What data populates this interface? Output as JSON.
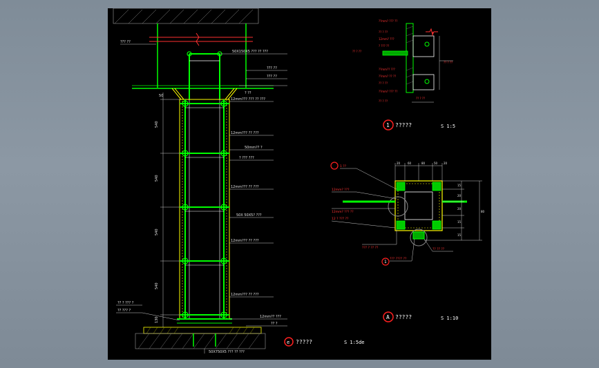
{
  "drawing": {
    "left_notes": {
      "top_label": "??? ??",
      "spec_top": "50X150X5 ??? ?? ???",
      "note_a": "??? ??",
      "note_b": "??? ??",
      "note_c": "? ??",
      "glass_1": "12mm??? ??? ?? ???",
      "glass_2": "12mm??? ?? ???",
      "steel": "50mm?? ?",
      "note_d": "? ??? ???",
      "glass_3": "12mm??? ?? ???",
      "spec_mid": "50X 50X5? ???",
      "glass_4": "12mm??? ?? ???",
      "glass_5": "12mm??? ?? ???",
      "base_note": "12mm?? ???",
      "base_note2": "?? ?",
      "left_note_1": "?? ? ??? ?",
      "left_note_2": "?? ??? ?",
      "bottom_spec": "50X750X5 ??? ?? ???",
      "dims": [
        "50",
        "540",
        "540",
        "540",
        "540",
        "130"
      ]
    },
    "detail_1": {
      "number": "1",
      "title": "?????",
      "scale": "S 1:5",
      "notes": [
        "??mm? ??? ??",
        "?? ? ??",
        "12mm? ???",
        "? ??? ??",
        "?? ? ??",
        "??mm?? ???",
        "??mm? ?? ??",
        "?? ? ??",
        "??mm? ??? ??",
        "?? ? ??",
        "?? ? ??",
        "?? ? ??"
      ]
    },
    "detail_a": {
      "letter": "A",
      "title": "?????",
      "scale": "S 1:10",
      "top_dims": [
        "20",
        "60",
        "80",
        "50",
        "20"
      ],
      "side_dims": [
        "15",
        "20",
        "20",
        "15",
        "15",
        "80"
      ],
      "notes": [
        "1 ??",
        "12mm? ???",
        "12mm? ??? ??",
        "12 ? ??? ??",
        "??? ? ?? ??",
        "??? ???? ??",
        "?? ?? ??"
      ],
      "bottom_marker": "1"
    },
    "detail_e": {
      "letter": "e",
      "title": "?????",
      "scale": "S 1:5de"
    }
  },
  "colors": {
    "background": "#000000",
    "green": "#00ff00",
    "yellow": "#ffff00",
    "red": "#ff2020",
    "white": "#ffffff"
  }
}
